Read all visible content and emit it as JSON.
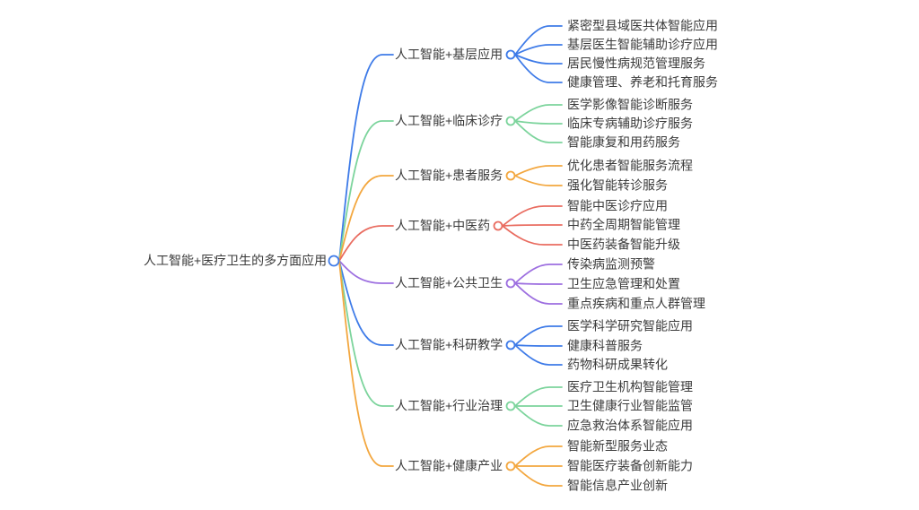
{
  "palette": {
    "blue": "#3E7BE8",
    "green": "#7CD49C",
    "orange": "#F3A73F",
    "red": "#E96C60",
    "purple": "#9D6FE0",
    "text": "#3B3B3B",
    "background": "#FFFFFF"
  },
  "root": {
    "label": "人工智能+医疗卫生的多方面应用"
  },
  "branches": [
    {
      "label": "人工智能+基层应用",
      "color": "blue",
      "children": [
        "紧密型县域医共体智能应用",
        "基层医生智能辅助诊疗应用",
        "居民慢性病规范管理服务",
        "健康管理、养老和托育服务"
      ]
    },
    {
      "label": "人工智能+临床诊疗",
      "color": "green",
      "children": [
        "医学影像智能诊断服务",
        "临床专病辅助诊疗服务",
        "智能康复和用药服务"
      ]
    },
    {
      "label": "人工智能+患者服务",
      "color": "orange",
      "children": [
        "优化患者智能服务流程",
        "强化智能转诊服务"
      ]
    },
    {
      "label": "人工智能+中医药",
      "color": "red",
      "children": [
        "智能中医诊疗应用",
        "中药全周期智能管理",
        "中医药装备智能升级"
      ]
    },
    {
      "label": "人工智能+公共卫生",
      "color": "purple",
      "children": [
        "传染病监测预警",
        "卫生应急管理和处置",
        "重点疾病和重点人群管理"
      ]
    },
    {
      "label": "人工智能+科研教学",
      "color": "blue",
      "children": [
        "医学科学研究智能应用",
        "健康科普服务",
        "药物科研成果转化"
      ]
    },
    {
      "label": "人工智能+行业治理",
      "color": "green",
      "children": [
        "医疗卫生机构智能管理",
        "卫生健康行业智能监管",
        "应急救治体系智能应用"
      ]
    },
    {
      "label": "人工智能+健康产业",
      "color": "orange",
      "children": [
        "智能新型服务业态",
        "智能医疗装备创新能力",
        "智能信息产业创新"
      ]
    }
  ]
}
